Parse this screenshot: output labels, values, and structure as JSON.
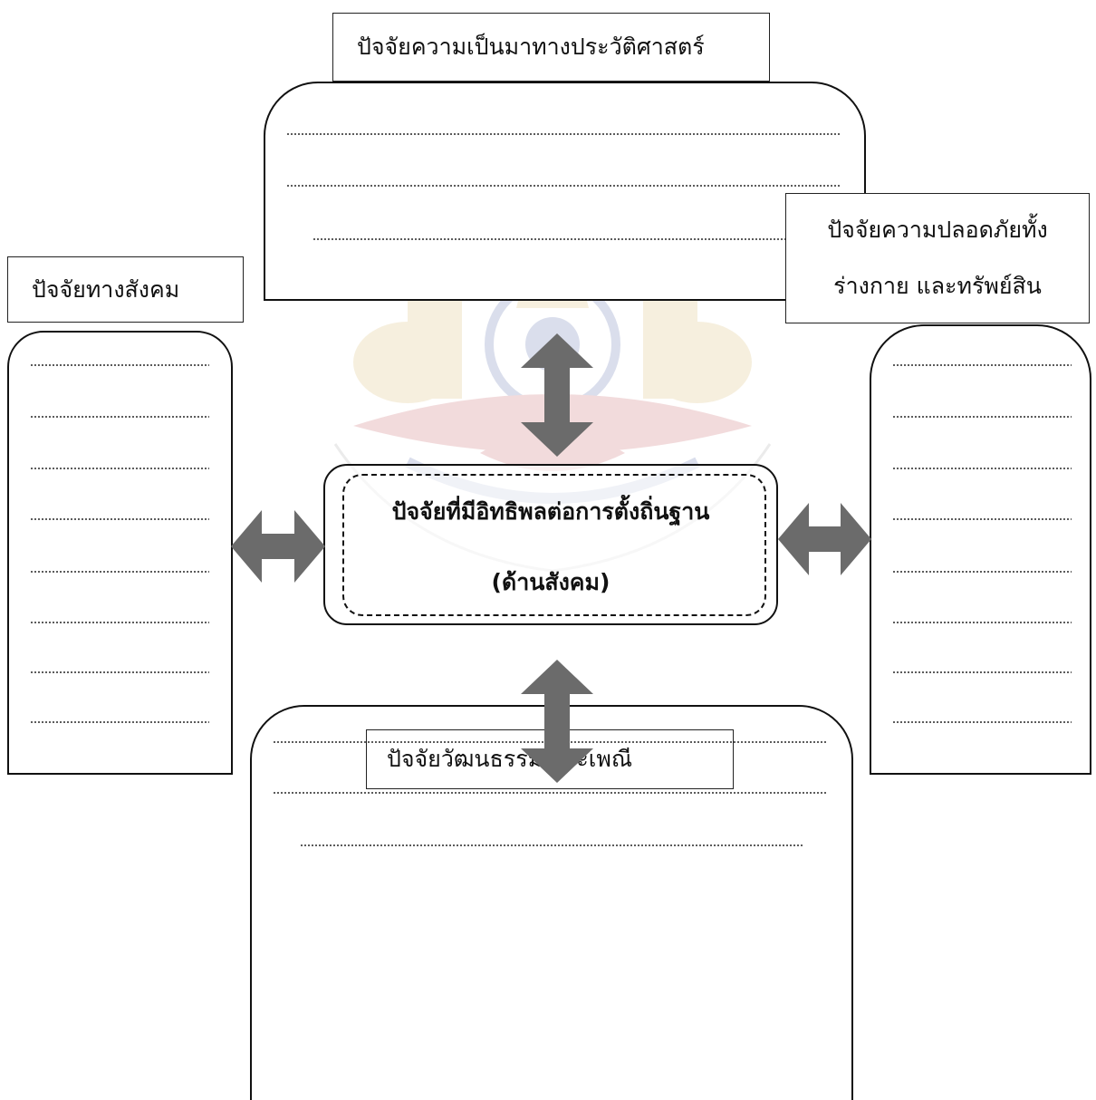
{
  "diagram": {
    "center": {
      "line1": "ปัจจัยที่มีอิทธิพลต่อการตั้งถิ่นฐาน",
      "line2": "(ด้านสังคม)"
    },
    "top": {
      "label": "ปัจจัยความเป็นมาทางประวัติศาสตร์"
    },
    "left": {
      "label": "ปัจจัยทางสังคม"
    },
    "right": {
      "label_line1": "ปัจจัยความปลอดภัยทั้ง",
      "label_line2": "ร่างกาย และทรัพย์สิน"
    },
    "bottom": {
      "label": "ปัจจัยวัฒนธรรม ประเพณี"
    }
  },
  "colors": {
    "arrow": "#6b6b6b",
    "border": "#111111",
    "watermark_gold": "#c9a23a",
    "watermark_red": "#b3262d",
    "watermark_blue": "#1f3b8c"
  }
}
